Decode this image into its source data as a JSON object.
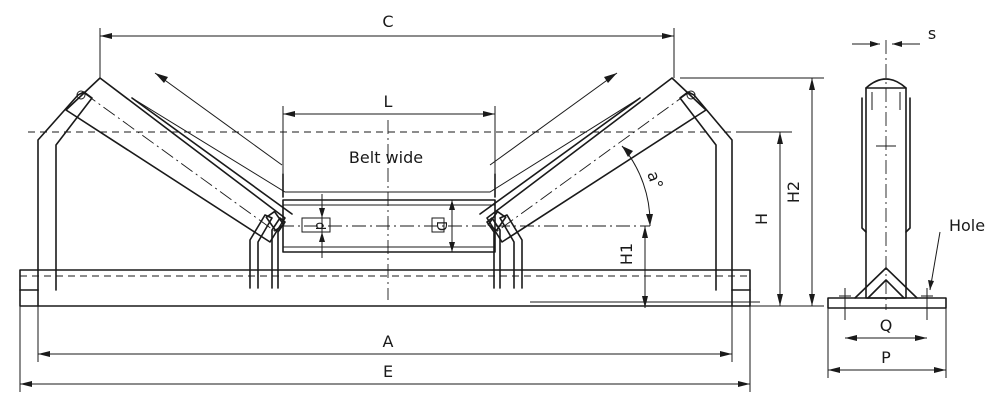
{
  "labels": {
    "C": "C",
    "L": "L",
    "belt": "Belt wide",
    "a": "a°",
    "H": "H",
    "H1": "H1",
    "H2": "H2",
    "A": "A",
    "E": "E",
    "d": "d",
    "D": "D",
    "s": "s",
    "hole": "Hole",
    "Q": "Q",
    "P": "P"
  }
}
